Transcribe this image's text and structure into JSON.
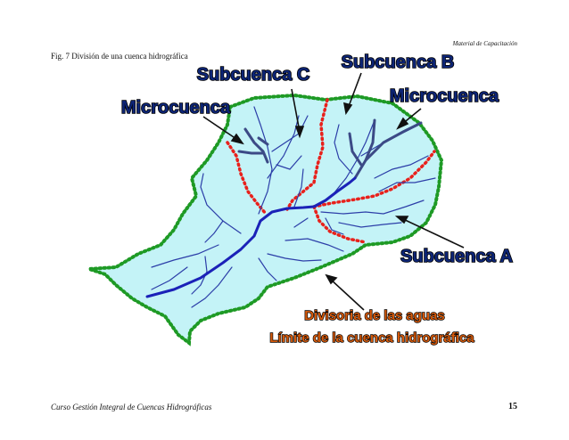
{
  "header": {
    "note": "Material de Capacitación"
  },
  "figure": {
    "caption": "Fig. 7  División de una cuenca hidrográfica",
    "labels": {
      "subcuenca_c": "Subcuenca C",
      "subcuenca_b": "Subcuenca B",
      "subcuenca_a": "Subcuenca A",
      "microcuenca_left": "Microcuenca",
      "microcuenca_right": "Microcuenca",
      "divisoria": "Divisoria de las aguas",
      "limite": "Límite de la cuenca hidrográfica"
    },
    "colors": {
      "basin_fill": "#c4f3f7",
      "basin_border": "#1e9a25",
      "subbasin_divide": "#e8211c",
      "main_river": "#1b22b8",
      "micro_river": "#3c4a86",
      "tributary": "#2c3ea8",
      "label_fill": "#0d2577",
      "bottom_label_fill": "#d65a0c"
    }
  },
  "footer": {
    "course": "Curso Gestión Integral de Cuencas Hidrográficas",
    "page_number": "15"
  }
}
